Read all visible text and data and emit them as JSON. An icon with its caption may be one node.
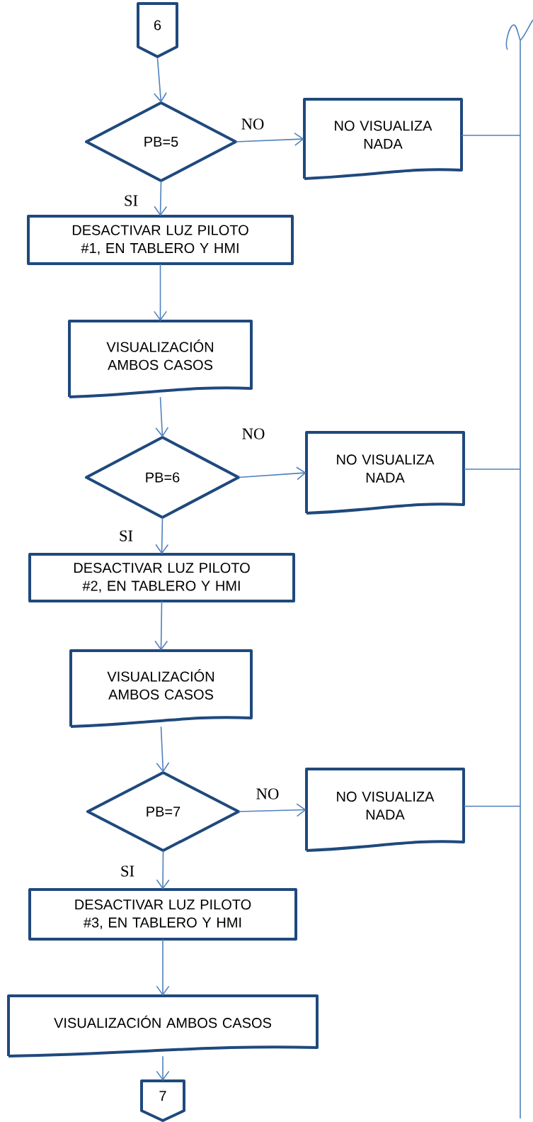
{
  "diagram": {
    "nodes": [
      {
        "text": [
          "6"
        ]
      },
      {
        "text": [
          "PB=5"
        ]
      },
      {
        "text": [
          "NO VISUALIZA NADA"
        ]
      },
      {
        "text": [
          "DESACTIVAR LUZ PILOTO #1, EN TABLERO Y HMI"
        ]
      },
      {
        "text": [
          "VISUALIZACIÓN AMBOS CASOS"
        ]
      },
      {
        "text": [
          "PB=6"
        ]
      },
      {
        "text": [
          "NO VISUALIZA NADA"
        ]
      },
      {
        "text": [
          "DESACTIVAR LUZ PILOTO #2, EN TABLERO Y HMI"
        ]
      },
      {
        "text": [
          "VISUALIZACIÓN AMBOS CASOS"
        ]
      },
      {
        "text": [
          "PB=7"
        ]
      },
      {
        "text": [
          "NO VISUALIZA NADA"
        ]
      },
      {
        "text": [
          "DESACTIVAR LUZ PILOTO #3, EN TABLERO Y HMI"
        ]
      },
      {
        "text": [
          "VISUALIZACIÓN AMBOS CASOS"
        ]
      },
      {
        "text": [
          "7"
        ]
      }
    ],
    "edges": [
      {
        "from": 0,
        "to": 1,
        "arrow": "to"
      },
      {
        "from": 1,
        "to": 2,
        "arrow": "to",
        "label": "NO"
      },
      {
        "from": 1,
        "to": 3,
        "arrow": "to",
        "label": "SI"
      },
      {
        "from": 3,
        "to": 4,
        "arrow": "to"
      },
      {
        "from": 4,
        "to": 5,
        "arrow": "to"
      },
      {
        "from": 5,
        "to": 6,
        "arrow": "to",
        "label": "NO"
      },
      {
        "from": 5,
        "to": 7,
        "arrow": "to",
        "label": "SI"
      },
      {
        "from": 7,
        "to": 8,
        "arrow": "to"
      },
      {
        "from": 8,
        "to": 9,
        "arrow": "to"
      },
      {
        "from": 9,
        "to": 10,
        "arrow": "to",
        "label": "NO"
      },
      {
        "from": 9,
        "to": 11,
        "arrow": "to",
        "label": "SI"
      },
      {
        "from": 11,
        "to": 12,
        "arrow": "to"
      },
      {
        "from": 12,
        "to": 13,
        "arrow": "to"
      },
      {
        "from": 2,
        "to": null,
        "arrow": "none"
      },
      {
        "from": 6,
        "to": null,
        "arrow": "none"
      },
      {
        "from": 10,
        "to": null,
        "arrow": "none"
      }
    ]
  }
}
